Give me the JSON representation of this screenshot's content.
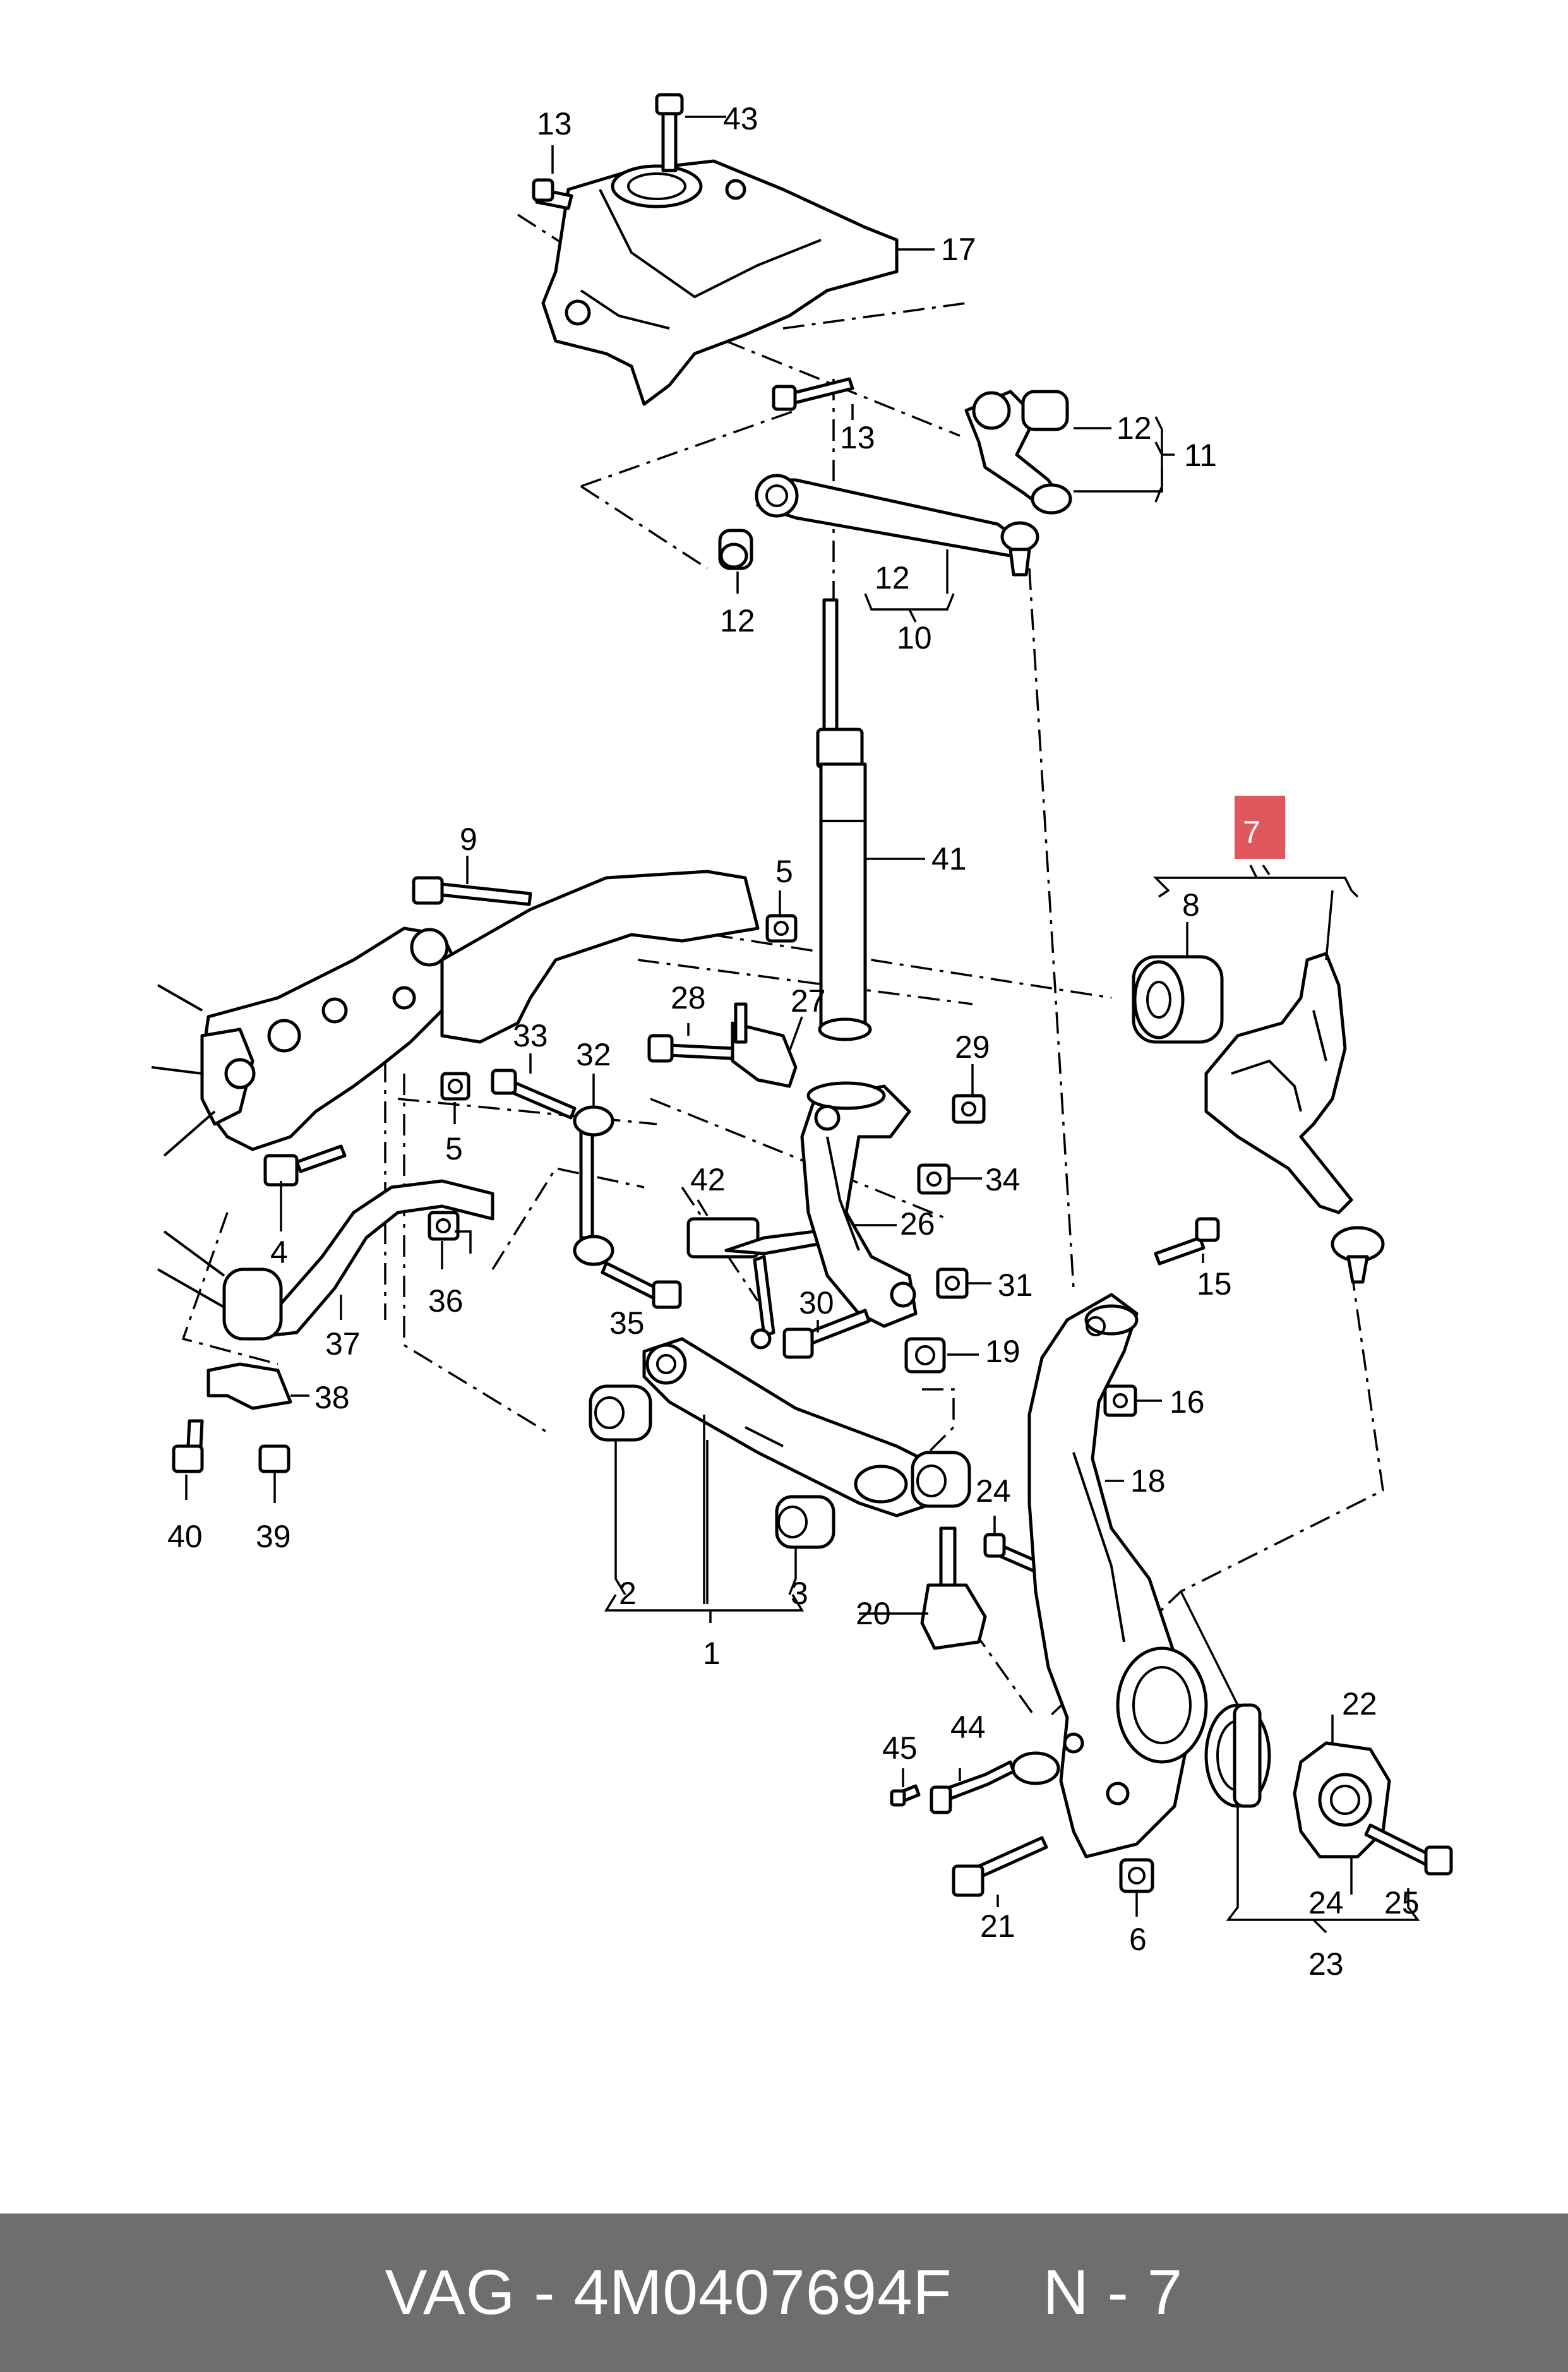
{
  "diagram": {
    "highlight_color": "#e0585e",
    "labels": {
      "l1": "1",
      "l2": "2",
      "l3": "3",
      "l4": "4",
      "l5a": "5",
      "l5b": "5",
      "l6": "6",
      "l7": "7",
      "l8": "8",
      "l9": "9",
      "l10": "10",
      "l11": "11",
      "l12a": "12",
      "l12b": "12",
      "l12c": "12",
      "l13a": "13",
      "l13b": "13",
      "l15": "15",
      "l16": "16",
      "l17": "17",
      "l18": "18",
      "l19": "19",
      "l20": "20",
      "l21": "21",
      "l22": "22",
      "l23": "23",
      "l24a": "24",
      "l24b": "24",
      "l25": "25",
      "l26": "26",
      "l27": "27",
      "l28": "28",
      "l29": "29",
      "l30": "30",
      "l31": "31",
      "l32": "32",
      "l33": "33",
      "l34": "34",
      "l35": "35",
      "l36": "36",
      "l37": "37",
      "l38": "38",
      "l39": "39",
      "l40": "40",
      "l41": "41",
      "l42": "42",
      "l43": "43",
      "l44": "44",
      "l45": "45"
    }
  },
  "footer": {
    "text": "VAG - 4M0407694F     N - 7",
    "background": "#6e6e6e"
  }
}
